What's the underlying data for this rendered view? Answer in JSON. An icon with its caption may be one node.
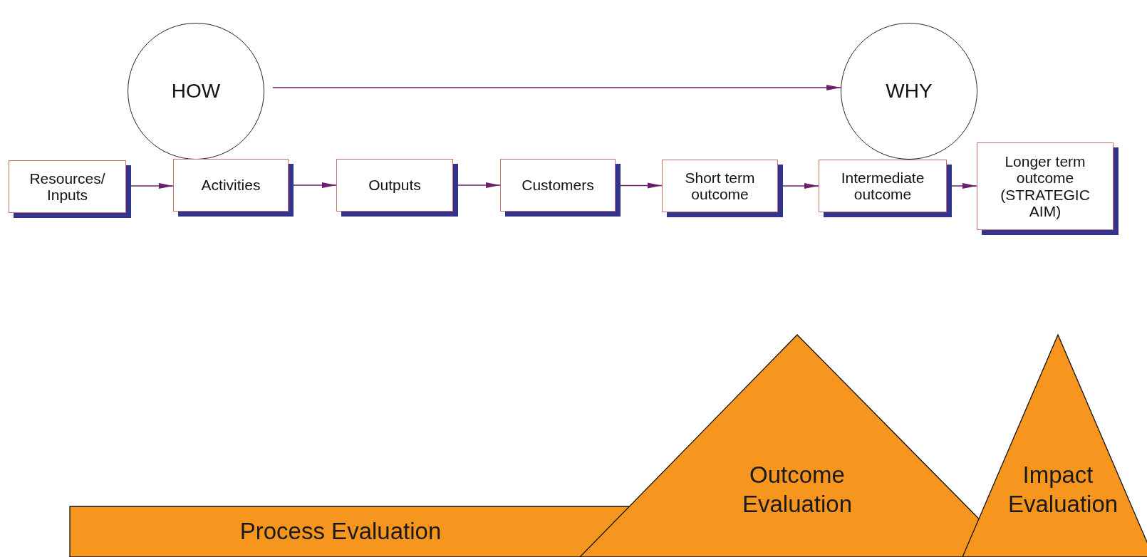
{
  "diagram": {
    "nodes": [
      {
        "text": [
          "HOW"
        ]
      },
      {
        "text": [
          "WHY"
        ]
      },
      {
        "text": [
          "Resources/ Inputs"
        ]
      },
      {
        "text": [
          "Activities"
        ]
      },
      {
        "text": [
          "Outputs"
        ]
      },
      {
        "text": [
          "Customers"
        ]
      },
      {
        "text": [
          "Short term outcome"
        ]
      },
      {
        "text": [
          "Intermediate outcome"
        ]
      },
      {
        "text": [
          "Longer term outcome (STRATEGIC AIM)"
        ]
      },
      {
        "text": [
          "Process Evaluation"
        ]
      },
      {
        "text": [
          "Outcome Evaluation"
        ]
      },
      {
        "text": [
          "Impact Evaluation"
        ]
      }
    ],
    "edges": [
      {
        "from": 0,
        "to": 1,
        "arrow": "to"
      },
      {
        "from": 2,
        "to": 3,
        "arrow": "to"
      },
      {
        "from": 3,
        "to": 4,
        "arrow": "to"
      },
      {
        "from": 4,
        "to": 5,
        "arrow": "to"
      },
      {
        "from": 5,
        "to": 6,
        "arrow": "to"
      },
      {
        "from": 6,
        "to": 7,
        "arrow": "to"
      },
      {
        "from": 7,
        "to": 8,
        "arrow": "to"
      }
    ]
  }
}
